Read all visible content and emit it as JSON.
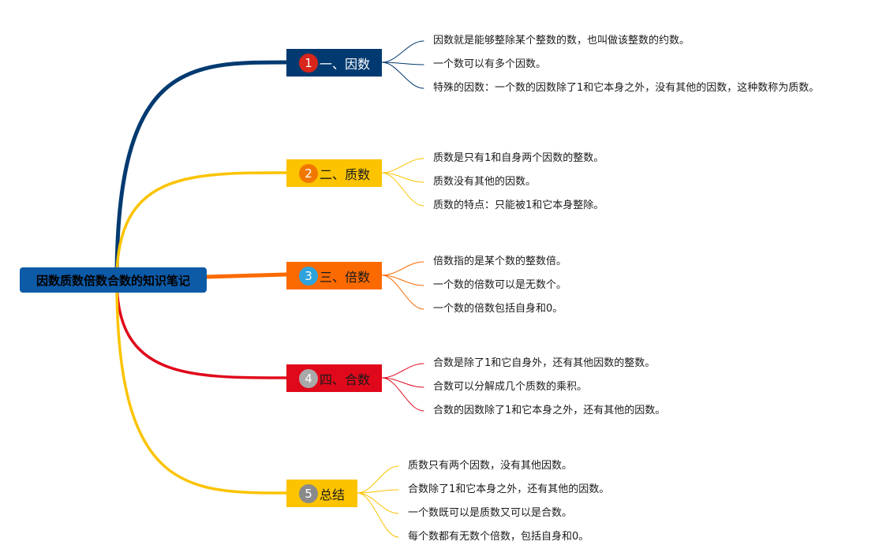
{
  "root": {
    "label": "因数质数倍数合数的知识笔记",
    "color": "#0d5aa7"
  },
  "branches": [
    {
      "number": "1",
      "label": "一、因数",
      "color": "#013a70",
      "text_color": "#ffffff",
      "badge_color": "#d7261b",
      "badge_text_color": "#ffffff",
      "leaves": [
        "因数就是能够整除某个整数的数，也叫做该整数的约数。",
        "一个数可以有多个因数。",
        "特殊的因数：一个数的因数除了1和它本身之外，没有其他的因数，这种数称为质数。"
      ]
    },
    {
      "number": "2",
      "label": "二、质数",
      "color": "#fbc300",
      "text_color": "#1a1a1a",
      "badge_color": "#f07800",
      "badge_text_color": "#ffffff",
      "leaves": [
        "质数是只有1和自身两个因数的整数。",
        "质数没有其他的因数。",
        "质数的特点：只能被1和它本身整除。"
      ]
    },
    {
      "number": "3",
      "label": "三、倍数",
      "color": "#fb6a00",
      "text_color": "#1a1a1a",
      "badge_color": "#2ea3dc",
      "badge_text_color": "#ffffff",
      "leaves": [
        "倍数指的是某个数的整数倍。",
        "一个数的倍数可以是无数个。",
        "一个数的倍数包括自身和0。"
      ]
    },
    {
      "number": "4",
      "label": "四、合数",
      "color": "#e0081b",
      "text_color": "#1a1a1a",
      "badge_color": "#a9a9a9",
      "badge_text_color": "#ffffff",
      "leaves": [
        "合数是除了1和它自身外，还有其他因数的整数。",
        "合数可以分解成几个质数的乘积。",
        "合数的因数除了1和它本身之外，还有其他的因数。"
      ]
    },
    {
      "number": "5",
      "label": "总结",
      "color": "#fbc300",
      "text_color": "#1a1a1a",
      "badge_color": "#8a8a8a",
      "badge_text_color": "#ffffff",
      "leaves": [
        "质数只有两个因数，没有其他因数。",
        "合数除了1和它本身之外，还有其他的因数。",
        "一个数既可以是质数又可以是合数。",
        "每个数都有无数个倍数，包括自身和0。"
      ]
    }
  ]
}
